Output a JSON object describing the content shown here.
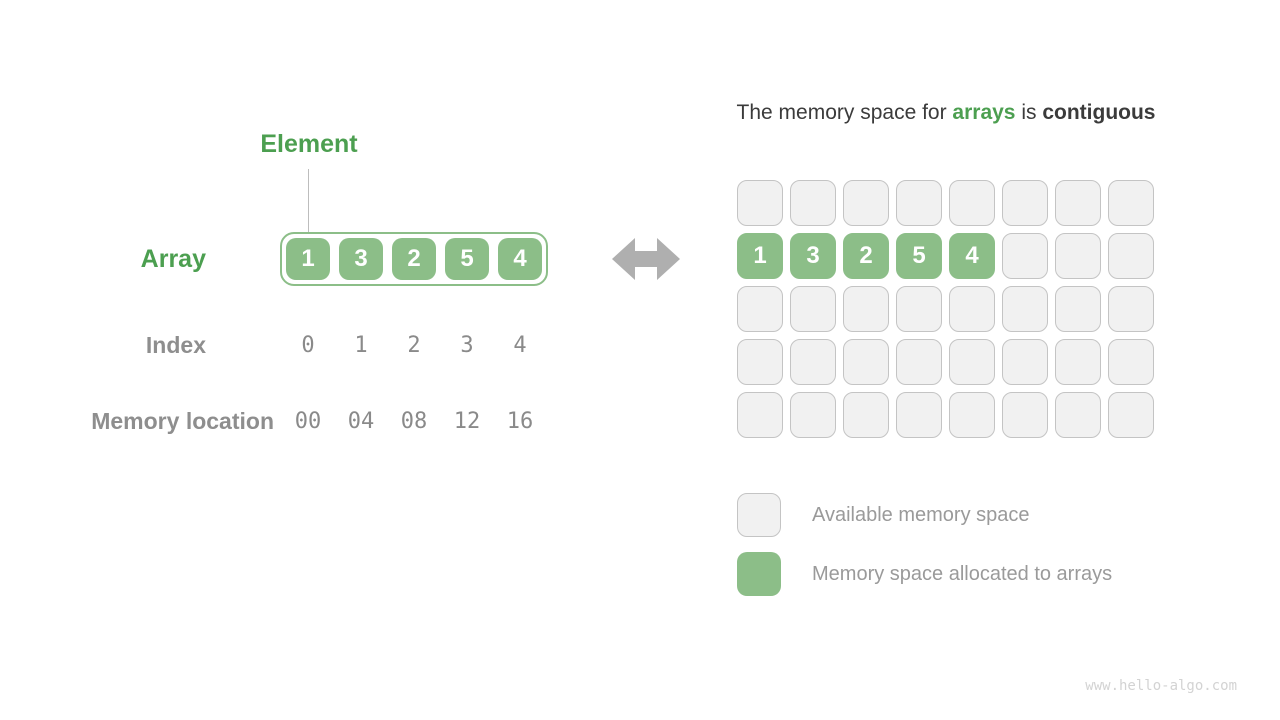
{
  "colors": {
    "green_fill": "#8CBE88",
    "green_text": "#4C9F50",
    "gray_label": "#8E8E8E",
    "mono_gray": "#8A8A8A",
    "dark_text": "#3B3B3B",
    "cell_gray_fill": "#F1F1F1",
    "cell_gray_border": "#C4C4C4",
    "arrow_gray": "#AFAFAF",
    "watermark_gray": "#D3D3D3"
  },
  "left_panel": {
    "element_label": "Element",
    "array_label": "Array",
    "array_values": [
      "1",
      "3",
      "2",
      "5",
      "4"
    ],
    "index_label": "Index",
    "index_values": [
      "0",
      "1",
      "2",
      "3",
      "4"
    ],
    "memory_label": "Memory location",
    "memory_values": [
      "00",
      "04",
      "08",
      "12",
      "16"
    ]
  },
  "right_panel": {
    "title": {
      "prefix": "The memory space for ",
      "highlight": "arrays",
      "middle": " is ",
      "suffix": "contiguous"
    },
    "memory_grid": {
      "columns": 8,
      "rows": [
        [
          "",
          "",
          "",
          "",
          "",
          "",
          "",
          ""
        ],
        [
          "1",
          "3",
          "2",
          "5",
          "4",
          "",
          "",
          ""
        ],
        [
          "",
          "",
          "",
          "",
          "",
          "",
          "",
          ""
        ],
        [
          "",
          "",
          "",
          "",
          "",
          "",
          "",
          ""
        ],
        [
          "",
          "",
          "",
          "",
          "",
          "",
          "",
          ""
        ]
      ]
    },
    "legend": [
      {
        "type": "available",
        "label": "Available memory space"
      },
      {
        "type": "allocated",
        "label": "Memory space allocated to arrays"
      }
    ]
  },
  "watermark": "www.hello-algo.com"
}
